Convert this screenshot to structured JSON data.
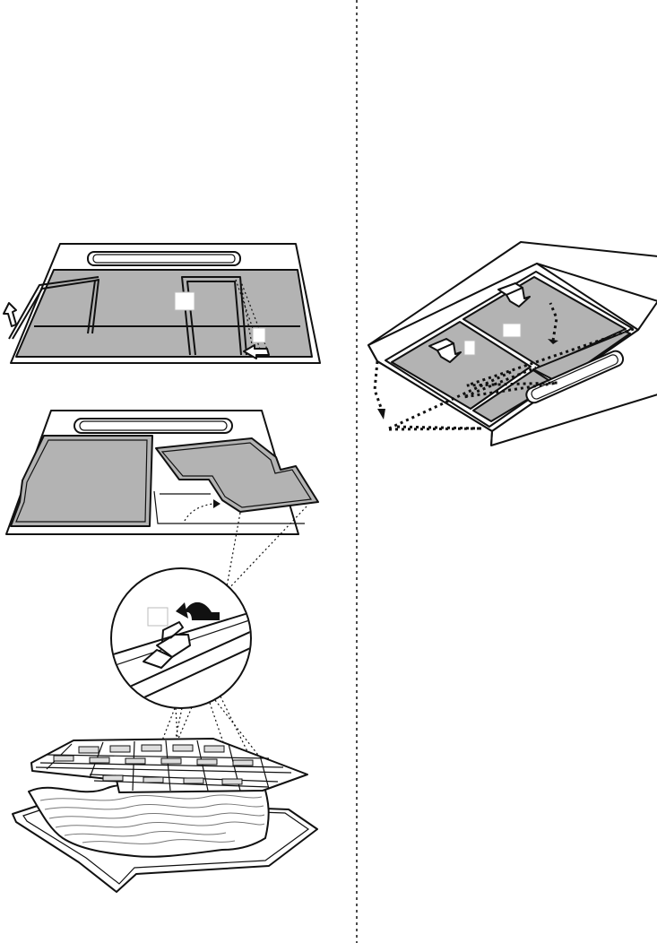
{
  "colors": {
    "filter_grey": "#b3b3b3",
    "outline": "#111111",
    "background": "#ffffff"
  },
  "figures": [
    {
      "name": "hood-with-filter-latches"
    },
    {
      "name": "filter-removal"
    },
    {
      "name": "latch-detail"
    },
    {
      "name": "filter-disassembly"
    },
    {
      "name": "hood-underside-perspective"
    }
  ]
}
